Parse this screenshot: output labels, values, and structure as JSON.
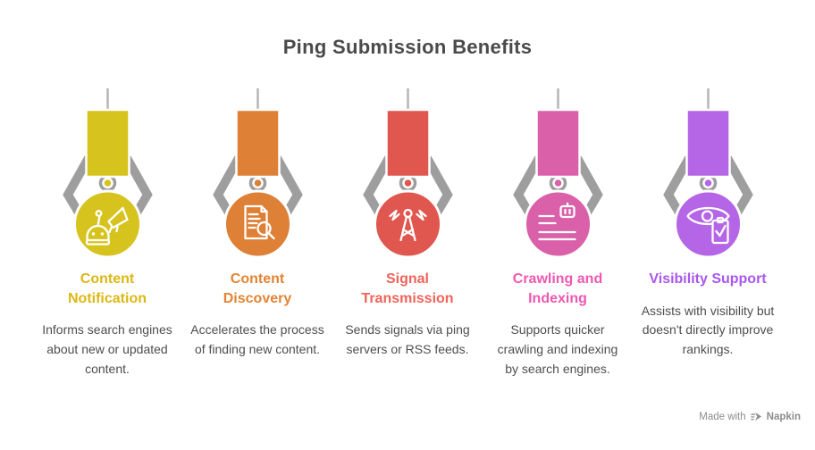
{
  "title": "Ping Submission Benefits",
  "items": [
    {
      "heading": "Content Notification",
      "description": "Informs search engines about new or updated content.",
      "color": "#d7c31e",
      "heading_color": "#ddb712",
      "icon": "robot-megaphone-icon"
    },
    {
      "heading": "Content Discovery",
      "description": "Accelerates the process of finding new content.",
      "color": "#de8036",
      "heading_color": "#e28433",
      "icon": "document-search-icon"
    },
    {
      "heading": "Signal Transmission",
      "description": "Sends signals via ping servers or RSS feeds.",
      "color": "#e0574f",
      "heading_color": "#f0635a",
      "icon": "signal-tower-icon"
    },
    {
      "heading": "Crawling and Indexing",
      "description": "Supports quicker crawling and indexing by search engines.",
      "color": "#da60a9",
      "heading_color": "#ee58b1",
      "icon": "crawling-robot-icon"
    },
    {
      "heading": "Visibility Support",
      "description": "Assists with visibility but doesn't directly improve rankings.",
      "color": "#b566e7",
      "heading_color": "#aa56ef",
      "icon": "eye-checklist-icon"
    }
  ],
  "footer": {
    "made_with": "Made with",
    "brand": "Napkin"
  },
  "colors": {
    "claw_gray": "#9e9e9e",
    "cable_gray": "#b5b5b5",
    "title_text": "#4a4a4a",
    "description_text": "#4e4e4e",
    "footer_text": "#8d8d8d"
  }
}
